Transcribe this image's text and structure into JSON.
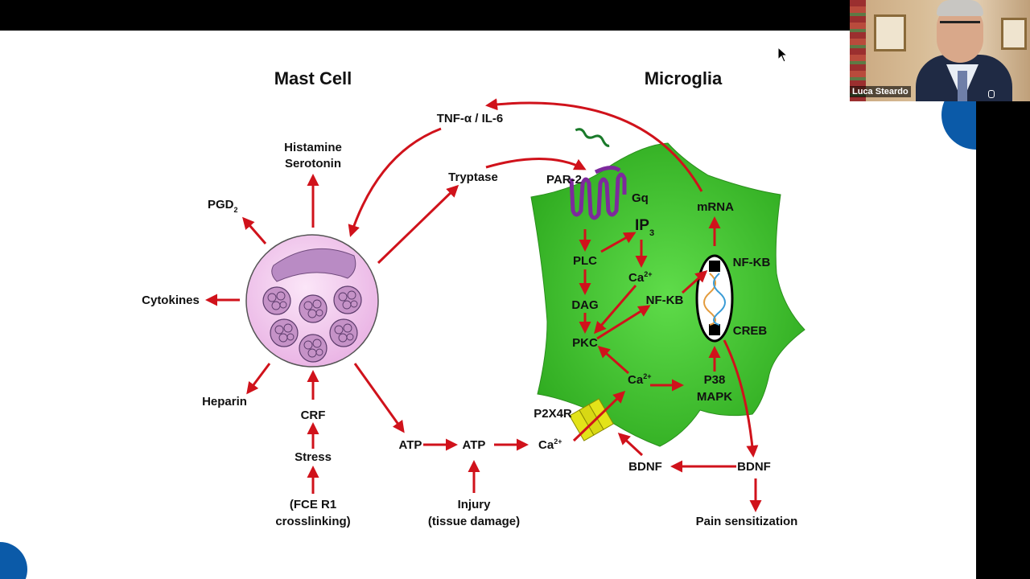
{
  "slide": {
    "titles": {
      "mast_cell": "Mast Cell",
      "microglia": "Microglia"
    },
    "labels": {
      "tnf": "TNF-α / IL-6",
      "histamine": "Histamine",
      "serotonin": "Serotonin",
      "pgd": "PGD",
      "pgd_sub": "2",
      "tryptase": "Tryptase",
      "cytokines": "Cytokines",
      "heparin": "Heparin",
      "crf": "CRF",
      "stress": "Stress",
      "fce1": "(FCE R1",
      "fce2": "crosslinking)",
      "atp1": "ATP",
      "atp2": "ATP",
      "injury1": "Injury",
      "injury2": "(tissue damage)",
      "ca_out": "Ca",
      "ca_sup": "2+",
      "p2x4r": "P2X4R",
      "par2": "PAR-2",
      "gq": "Gq",
      "ip": "IP",
      "ip_sub": "3",
      "plc": "PLC",
      "ca_in1": "Ca",
      "dag": "DAG",
      "nfkb1": "NF-KB",
      "pkc": "PKC",
      "ca_in2": "Ca",
      "p38": "P38",
      "mapk": "MAPK",
      "mrna": "mRNA",
      "nfkb2": "NF-KB",
      "creb": "CREB",
      "bdnf1": "BDNF",
      "bdnf2": "BDNF",
      "pain": "Pain sensitization"
    }
  },
  "video": {
    "participant_name": "Luca Steardo"
  },
  "colors": {
    "arrow": "#d0121b",
    "cell_green": "#3fbf2d",
    "mast_pink": "#f1c6ec",
    "receptor_purple": "#7d2a9c"
  }
}
